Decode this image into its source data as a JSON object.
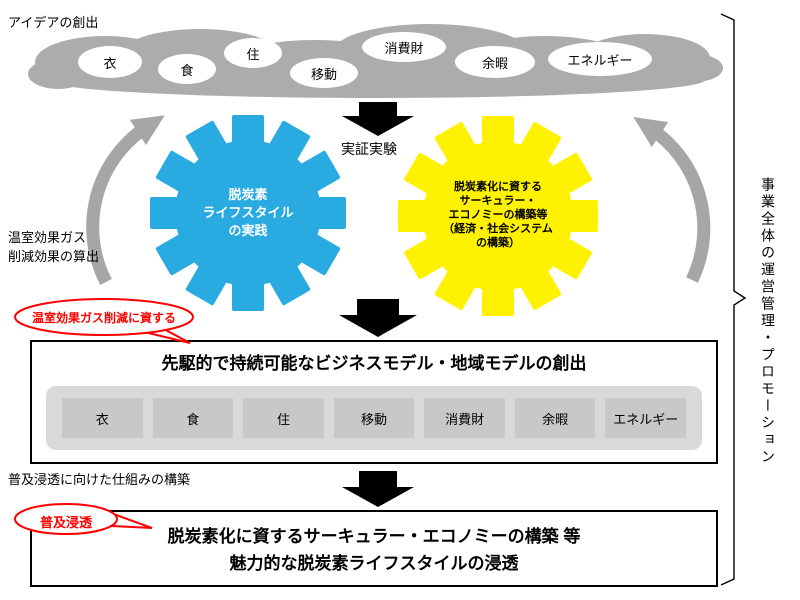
{
  "annotations": {
    "idea_creation": "アイデアの創出",
    "demonstration_test": "実証実験",
    "ghg_calculation": [
      "温室効果ガス",
      "削減効果の算出"
    ],
    "dissemination_mechanism": "普及浸透に向けた仕組みの構築",
    "operation_management_vertical": "事業全体の運営管理・プロモーション"
  },
  "idea_cloud": {
    "items": [
      "衣",
      "食",
      "住",
      "移動",
      "消費財",
      "余暇",
      "エネルギー"
    ]
  },
  "gears": {
    "blue": {
      "lines": [
        "脱炭素",
        "ライフスタイル",
        "の実践"
      ]
    },
    "yellow": {
      "lines": [
        "脱炭素化に資する",
        "サーキュラー・",
        "エコノミーの構築等",
        "（経済・社会システム",
        "の構築）"
      ]
    }
  },
  "callouts": {
    "ghg_reduction": "温室効果ガス削減に資する",
    "dissemination": "普及浸透"
  },
  "business_model_box": {
    "title": "先駆的で持続可能なビジネスモデル・地域モデルの創出",
    "items": [
      "衣",
      "食",
      "住",
      "移動",
      "消費財",
      "余暇",
      "エネルギー"
    ]
  },
  "diffusion_box": {
    "lines": [
      "脱炭素化に資するサーキュラー・エコノミーの構築 等",
      "魅力的な脱炭素ライフスタイルの浸透"
    ]
  },
  "colors": {
    "gear_blue": "#29ABE2",
    "gear_yellow": "#FFF200",
    "cloud_gray": "#ACACAC",
    "curved_arrow_gray": "#A6A6A6",
    "flow_arrow_black": "#000000",
    "callout_red": "#FF0000",
    "bar_gray": "#D9D9D9",
    "item_gray": "#C8C8C8"
  }
}
